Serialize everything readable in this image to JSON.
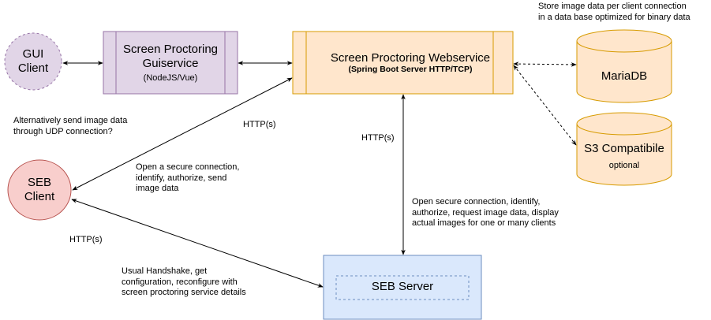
{
  "nodes": {
    "gui_client": {
      "label": "GUI\nClient",
      "fill": "#e1d5e7",
      "stroke": "#9673a6"
    },
    "guiservice": {
      "title": "Screen Proctoring\nGuiservice",
      "subtitle": "(NodeJS/Vue)",
      "fill": "#e1d5e7",
      "stroke": "#9673a6"
    },
    "webservice": {
      "title": "Screen Proctoring Webservice",
      "subtitle": "(Spring Boot Server HTTP/TCP)",
      "fill": "#ffe6cc",
      "stroke": "#d79b00"
    },
    "mariadb": {
      "label": "MariaDB",
      "fill": "#ffe6cc",
      "stroke": "#d79b00"
    },
    "s3": {
      "label": "S3 Compatibile",
      "sublabel": "optional",
      "fill": "#ffe6cc",
      "stroke": "#d79b00"
    },
    "seb_client": {
      "label": "SEB\nClient",
      "fill": "#f8cecc",
      "stroke": "#b85450"
    },
    "seb_server": {
      "label": "SEB Server",
      "fill": "#dae8fc",
      "stroke": "#6c8ebf"
    }
  },
  "annotations": {
    "storage_note": "Store image data per client connection\nin a data base optimized for binary data",
    "udp_note": "Alternatively send image data\nthrough UDP connection?",
    "http_seb_to_web": "HTTP(s)",
    "http_server_to_web": "HTTP(s)",
    "http_client_to_server": "HTTP(s)",
    "client_action": "Open a secure connection,\nidentify, authorize, send\nimage data",
    "server_action": "Open secure connection, identify,\nauthorize, request image data, display\nactual images for one or many clients",
    "handshake_note": "Usual Handshake, get\nconfiguration, reconfigure with\nscreen proctoring service details"
  }
}
